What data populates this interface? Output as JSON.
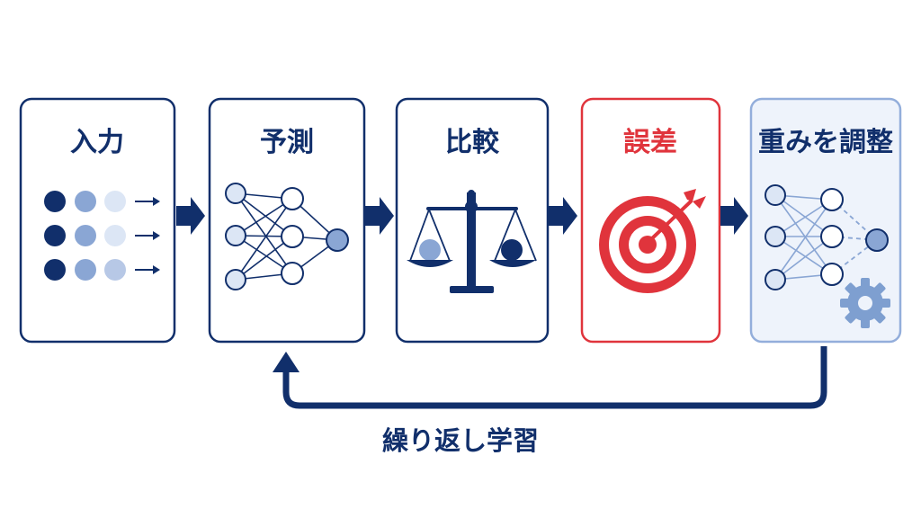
{
  "colors": {
    "navy": "#112f6b",
    "red": "#e0343c",
    "light_blue": "#dce6f5",
    "mid_blue": "#8aa6d4",
    "adjust_border": "#93aedb",
    "adjust_fill": "#eef3fb",
    "gear": "#7e9fd0",
    "arrow": "#112f6b"
  },
  "steps": [
    {
      "label": "入力",
      "icon": "input-dots-icon"
    },
    {
      "label": "予測",
      "icon": "neural-network-icon"
    },
    {
      "label": "比較",
      "icon": "balance-scale-icon"
    },
    {
      "label": "誤差",
      "icon": "target-arrow-icon"
    },
    {
      "label": "重みを調整",
      "icon": "network-gear-icon"
    }
  ],
  "loop": {
    "label": "繰り返し学習",
    "icon": "loop-arrow-icon"
  }
}
